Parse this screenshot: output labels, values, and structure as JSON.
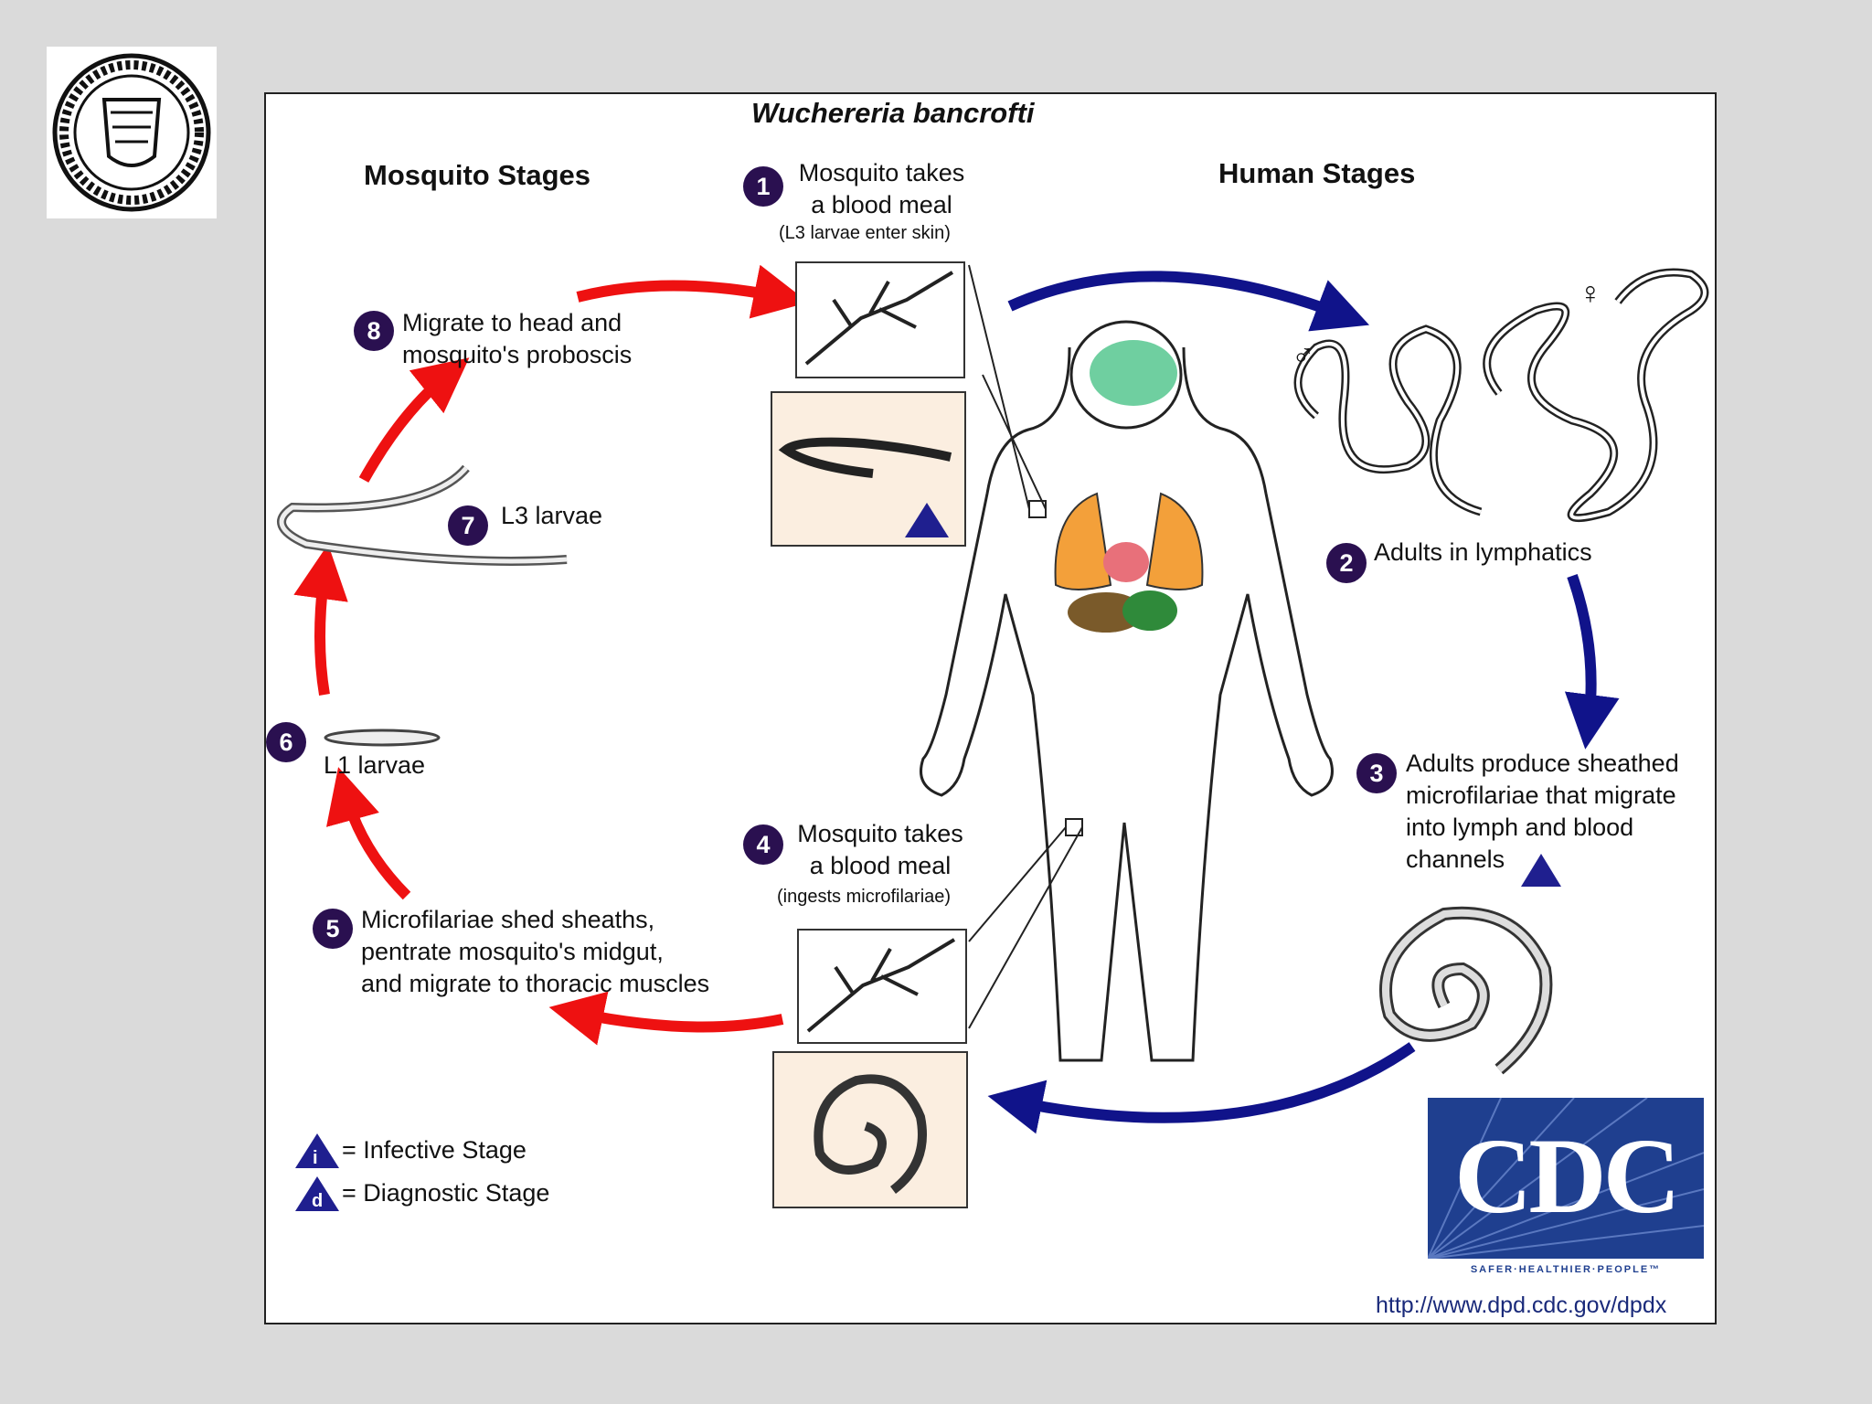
{
  "title": "Wuchereria bancrofti",
  "sections": {
    "mosquito": "Mosquito Stages",
    "human": "Human Stages"
  },
  "steps": [
    {
      "num": "1",
      "line1": "Mosquito takes",
      "line2": "a blood meal",
      "note": "(L3 larvae enter skin)"
    },
    {
      "num": "2",
      "text": "Adults in lymphatics"
    },
    {
      "num": "3",
      "lines": [
        "Adults produce sheathed",
        "microfilariae that migrate",
        "into lymph and blood",
        "channels"
      ]
    },
    {
      "num": "4",
      "line1": "Mosquito takes",
      "line2": "a blood meal",
      "note": "(ingests microfilariae)"
    },
    {
      "num": "5",
      "lines": [
        "Microfilariae shed sheaths,",
        "pentrate mosquito's midgut,",
        "and migrate to thoracic muscles"
      ]
    },
    {
      "num": "6",
      "text": "L1 larvae"
    },
    {
      "num": "7",
      "text": "L3 larvae"
    },
    {
      "num": "8",
      "lines": [
        "Migrate to head and",
        "mosquito's proboscis"
      ]
    }
  ],
  "legend": {
    "infective_symbol": "i",
    "infective": "= Infective Stage",
    "diagnostic_symbol": "d",
    "diagnostic": "= Diagnostic Stage"
  },
  "sex_symbols": {
    "male": "♂",
    "female": "♀"
  },
  "cdc": {
    "logo": "CDC",
    "tagline": "SAFER·HEALTHIER·PEOPLE™",
    "url": "http://www.dpd.cdc.gov/dpdx"
  },
  "colors": {
    "mosquito_arrow": "#ee1111",
    "human_arrow": "#10138a",
    "badge": "#2a1050",
    "box_fill": "#fbeee0",
    "background": "#dadada"
  }
}
